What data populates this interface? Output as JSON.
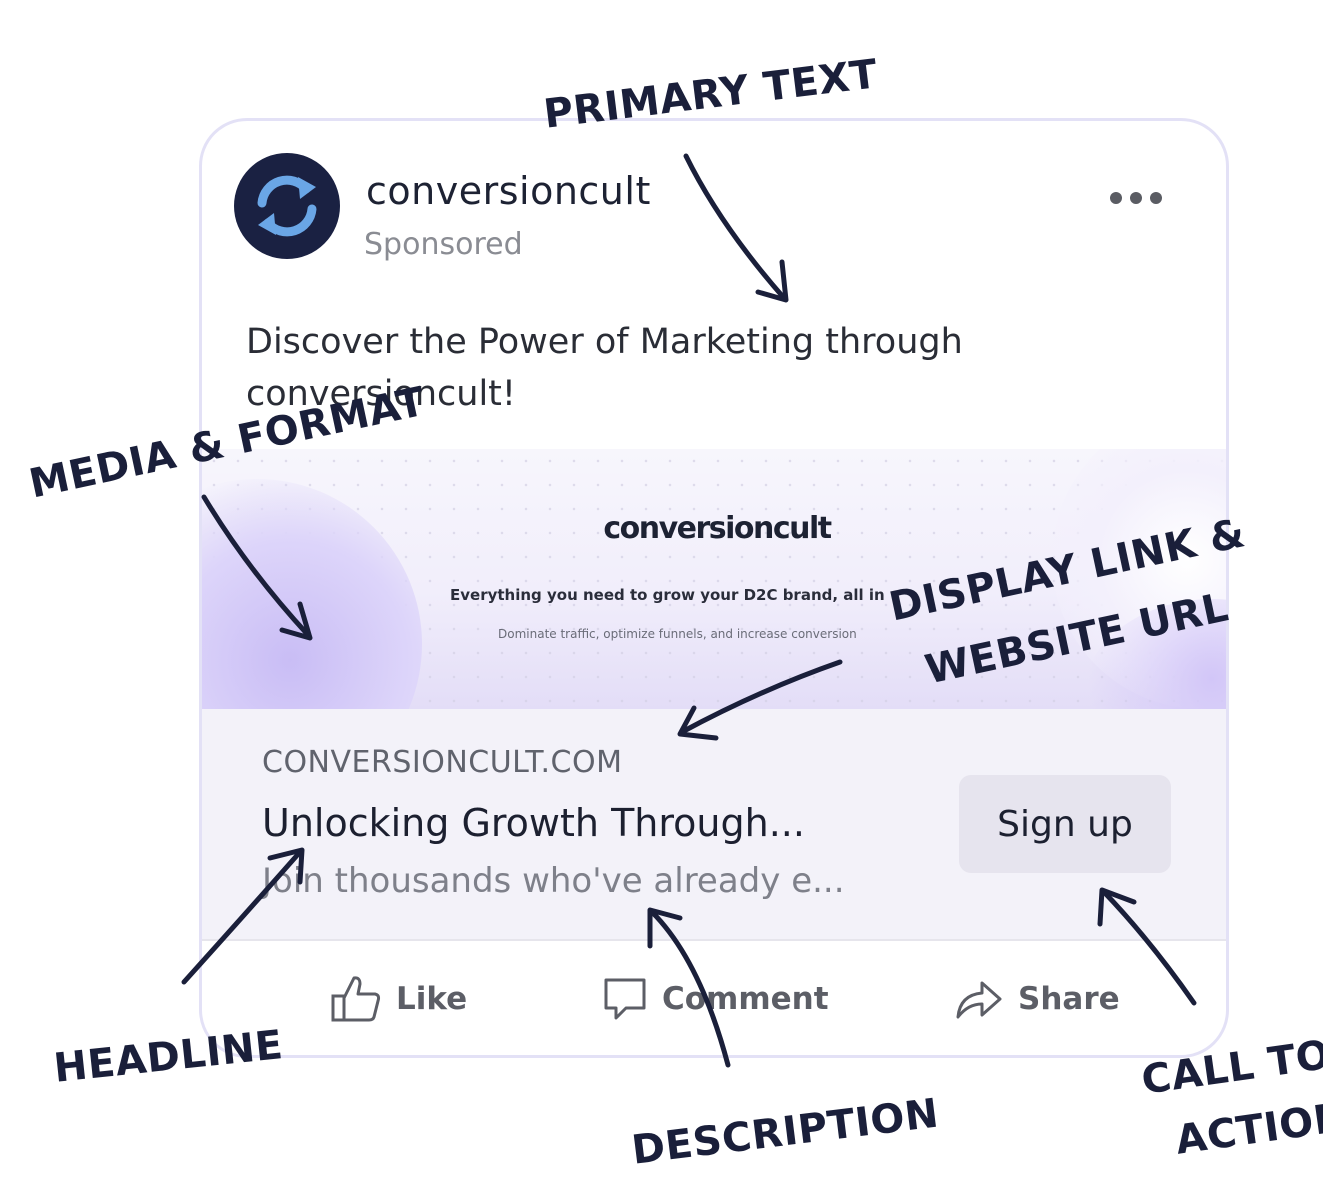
{
  "ad": {
    "brand_name": "conversioncult",
    "sponsored_label": "Sponsored",
    "primary_text": "Discover the Power of Marketing through conversioncult!",
    "media": {
      "logo_text": "conversioncult",
      "tagline": "Everything you need to grow your D2C brand, all in",
      "subline": "Dominate traffic, optimize funnels, and increase conversion"
    },
    "display_link": "CONVERSIONCULT.COM",
    "headline": "Unlocking Growth Through...",
    "description": "Join thousands who've already e...",
    "cta_label": "Sign up",
    "actions": {
      "like": "Like",
      "comment": "Comment",
      "share": "Share"
    }
  },
  "callouts": {
    "primary_text": "PRIMARY TEXT",
    "media_format": "MEDIA & FORMAT",
    "display_link_line1": "DISPLAY LINK &",
    "display_link_line2": "WEBSITE URL",
    "headline": "HEADLINE",
    "description": "DESCRIPTION",
    "cta_line1": "CALL TO",
    "cta_line2": "ACTION"
  },
  "icons": {
    "avatar": "refresh-icon",
    "more": "more-options-icon",
    "like": "thumbs-up-icon",
    "comment": "comment-icon",
    "share": "share-arrow-icon"
  },
  "colors": {
    "navy": "#1a2142",
    "avatar_arrow": "#6aa6e6",
    "card_border": "#e3e1f6",
    "info_bg": "#f3f2f9",
    "cta_bg": "#e6e4ee",
    "callout_ink": "#1a1f3a"
  }
}
